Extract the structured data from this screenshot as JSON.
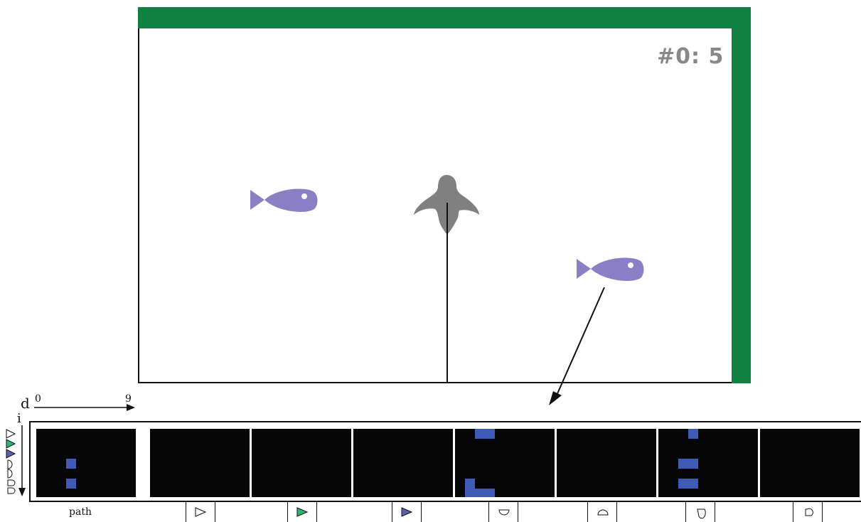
{
  "hud": {
    "score": "#0: 5"
  },
  "colors": {
    "wall": "#108040",
    "fish": "#8a7fc4",
    "creature": "#808080",
    "cell": "#3f5bb5",
    "panel": "#060606",
    "sensor_green": "#2bb673"
  },
  "axes": {
    "d_label": "d",
    "i_label": "i",
    "d_start": "0",
    "d_end": "9"
  },
  "legend": {
    "path": "path",
    "symbols": [
      "triangle-right-outline",
      "triangle-right-green",
      "triangle-right-blue",
      "half-circle-down",
      "half-circle-up",
      "quarter-shape-down",
      "quarter-shape-up"
    ]
  },
  "sidebar_icons": [
    "triangle-right-outline",
    "triangle-right-green",
    "triangle-right-blue",
    "half-circle",
    "half-circle",
    "quarter-shape",
    "quarter-shape"
  ]
}
